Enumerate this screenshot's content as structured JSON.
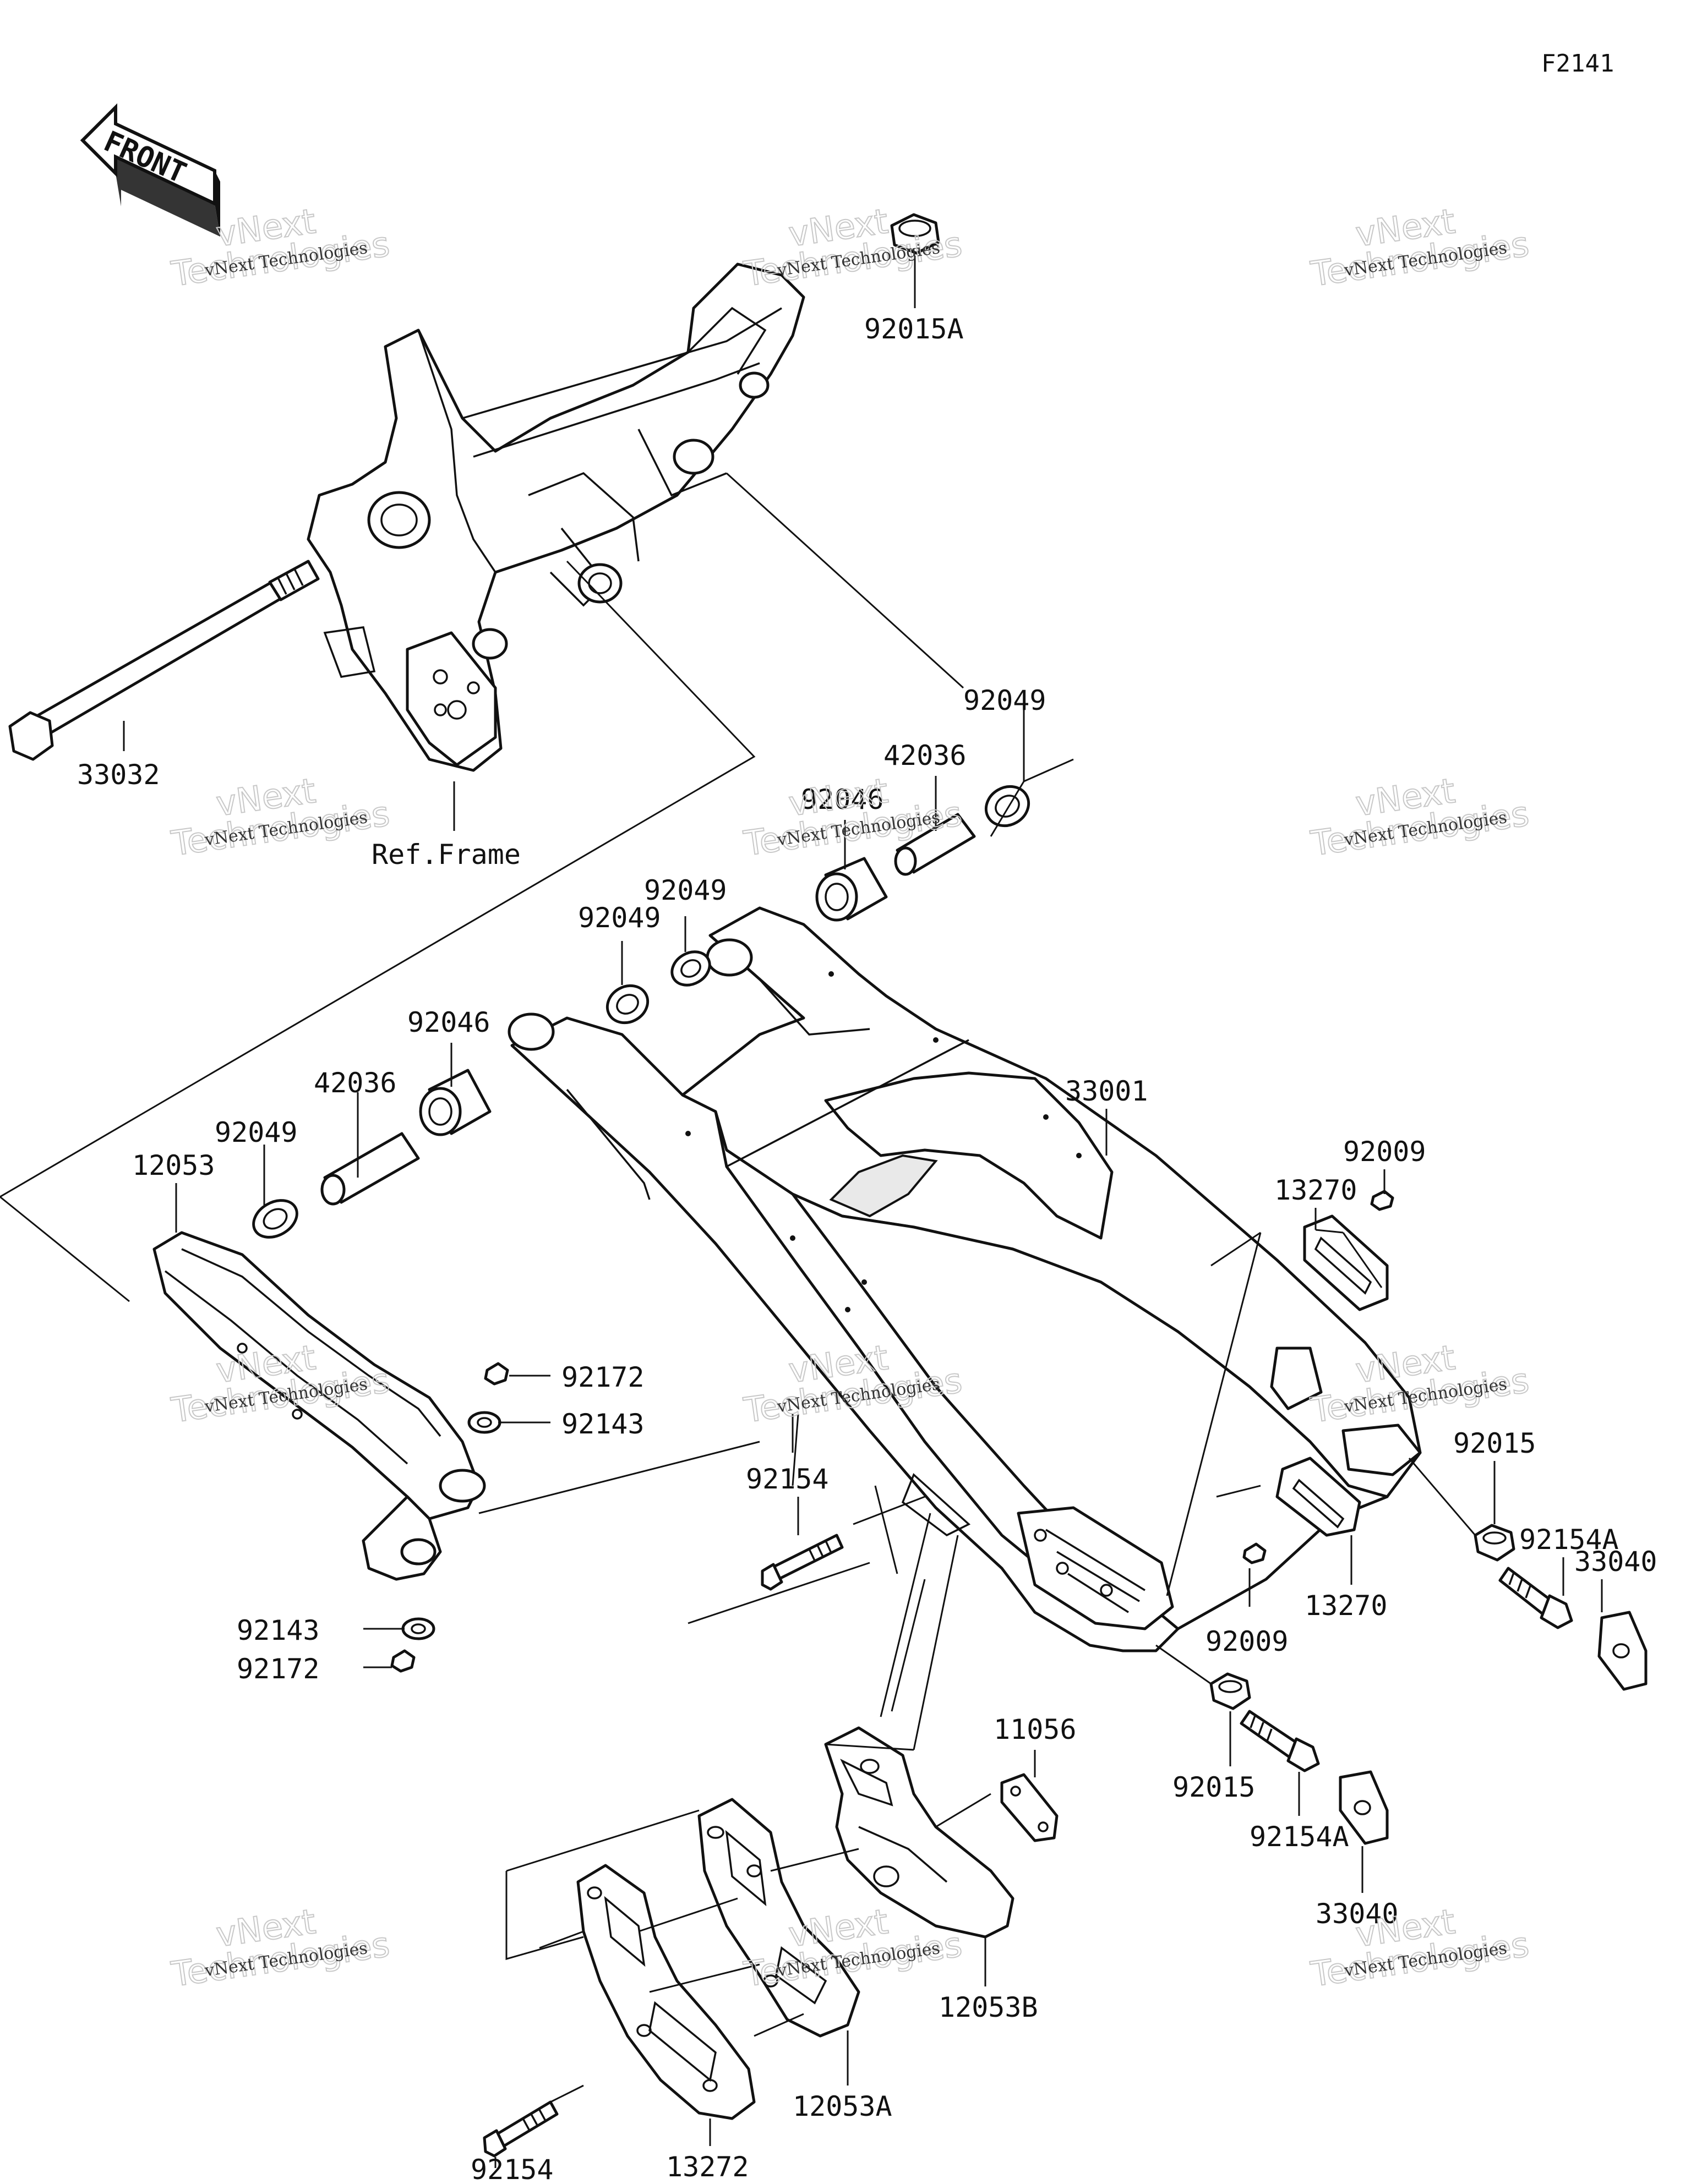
{
  "diagram": {
    "code": "F2141",
    "orientation_label": "FRONT",
    "watermark": {
      "line1": "vNext Technologies",
      "line2a": "vNext",
      "line2b": "Technologies"
    },
    "labels": [
      {
        "id": "l-92015A",
        "text": "92015A"
      },
      {
        "id": "l-33032",
        "text": "33032"
      },
      {
        "id": "l-ref-frame",
        "text": "Ref.Frame"
      },
      {
        "id": "l-92049-a",
        "text": "92049"
      },
      {
        "id": "l-42036-a",
        "text": "42036"
      },
      {
        "id": "l-92046-a",
        "text": "92046"
      },
      {
        "id": "l-92049-b",
        "text": "92049"
      },
      {
        "id": "l-92049-c",
        "text": "92049"
      },
      {
        "id": "l-92046-b",
        "text": "92046"
      },
      {
        "id": "l-42036-b",
        "text": "42036"
      },
      {
        "id": "l-92049-d",
        "text": "92049"
      },
      {
        "id": "l-12053",
        "text": "12053"
      },
      {
        "id": "l-33001",
        "text": "33001"
      },
      {
        "id": "l-92009-a",
        "text": "92009"
      },
      {
        "id": "l-13270-a",
        "text": "13270"
      },
      {
        "id": "l-92172-a",
        "text": "92172"
      },
      {
        "id": "l-92143-a",
        "text": "92143"
      },
      {
        "id": "l-92154-a",
        "text": "92154"
      },
      {
        "id": "l-92015-a",
        "text": "92015"
      },
      {
        "id": "l-92154A-a",
        "text": "92154A"
      },
      {
        "id": "l-33040-a",
        "text": "33040"
      },
      {
        "id": "l-13270-b",
        "text": "13270"
      },
      {
        "id": "l-92009-b",
        "text": "92009"
      },
      {
        "id": "l-92143-b",
        "text": "92143"
      },
      {
        "id": "l-92172-b",
        "text": "92172"
      },
      {
        "id": "l-92015-b",
        "text": "92015"
      },
      {
        "id": "l-11056",
        "text": "11056"
      },
      {
        "id": "l-92154A-b",
        "text": "92154A"
      },
      {
        "id": "l-33040-b",
        "text": "33040"
      },
      {
        "id": "l-12053B",
        "text": "12053B"
      },
      {
        "id": "l-12053A",
        "text": "12053A"
      },
      {
        "id": "l-92154-b",
        "text": "92154"
      },
      {
        "id": "l-13272",
        "text": "13272"
      }
    ]
  }
}
